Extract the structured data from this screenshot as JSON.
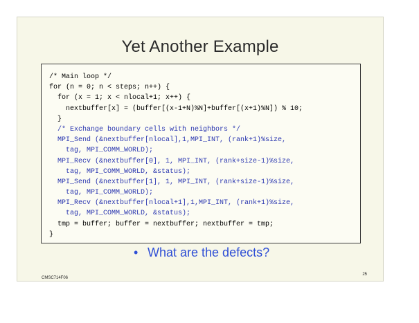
{
  "slide": {
    "title": "Yet Another Example",
    "code": [
      {
        "text": "/* Main loop */",
        "style": "plain"
      },
      {
        "text": "for (n = 0; n < steps; n++) {",
        "style": "plain"
      },
      {
        "text": "  for (x = 1; x < nlocal+1; x++) {",
        "style": "plain"
      },
      {
        "text": "    nextbuffer[x] = (buffer[(x-1+N)%N]+buffer[(x+1)%N]) % 10;",
        "style": "plain"
      },
      {
        "text": "  }",
        "style": "plain"
      },
      {
        "text": "  /* Exchange boundary cells with neighbors */",
        "style": "comment"
      },
      {
        "text": "  MPI_Send (&nextbuffer[nlocal],1,MPI_INT, (rank+1)%size,",
        "style": "mpi"
      },
      {
        "text": "    tag, MPI_COMM_WORLD);",
        "style": "mpi"
      },
      {
        "text": "  MPI_Recv (&nextbuffer[0], 1, MPI_INT, (rank+size-1)%size,",
        "style": "mpi"
      },
      {
        "text": "    tag, MPI_COMM_WORLD, &status);",
        "style": "mpi"
      },
      {
        "text": "  MPI_Send (&nextbuffer[1], 1, MPI_INT, (rank+size-1)%size,",
        "style": "mpi"
      },
      {
        "text": "    tag, MPI_COMM_WORLD);",
        "style": "mpi"
      },
      {
        "text": "  MPI_Recv (&nextbuffer[nlocal+1],1,MPI_INT, (rank+1)%size,",
        "style": "mpi"
      },
      {
        "text": "    tag, MPI_COMM_WORLD, &status);",
        "style": "mpi"
      },
      {
        "text": "  tmp = buffer; buffer = nextbuffer; nextbuffer = tmp;",
        "style": "plain"
      },
      {
        "text": "}",
        "style": "plain"
      }
    ],
    "bullet": {
      "marker": "•",
      "text": "What are the defects?"
    },
    "footer_left": "CMSC714F06",
    "page_number": "25"
  },
  "colors": {
    "slide_background": "#f7f7e8",
    "bullet_text": "#2f4fd6",
    "code_highlight": "#2a36b0"
  }
}
